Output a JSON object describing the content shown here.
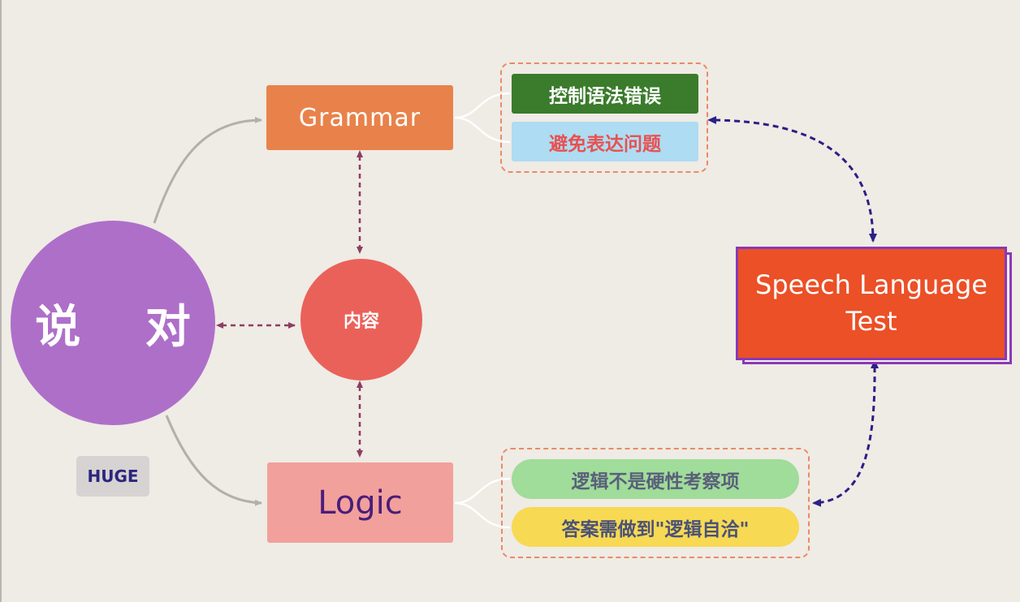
{
  "main_circle": {
    "label": "说  对"
  },
  "content_circle": {
    "label": "内容"
  },
  "grammar": {
    "title": "Grammar",
    "points": [
      "控制语法错误",
      "避免表达问题"
    ]
  },
  "logic": {
    "title": "Logic",
    "points": [
      "逻辑不是硬性考察项",
      "答案需做到\"逻辑自洽\""
    ]
  },
  "badge": {
    "label": "HUGE"
  },
  "test_box": {
    "label": "Speech Language Test"
  },
  "colors": {
    "background": "#efebe5",
    "main_circle": "#ae6fc9",
    "content_circle": "#ea615a",
    "grammar_box": "#e8824a",
    "logic_box": "#f2a09b",
    "test_box": "#eb5027",
    "test_border": "#8a39b4",
    "dashed_frame": "#ea8a66",
    "arrow_maroon": "#8e3d62",
    "arrow_navy": "#2c1f86",
    "connector_gray": "#b2b0ad"
  }
}
